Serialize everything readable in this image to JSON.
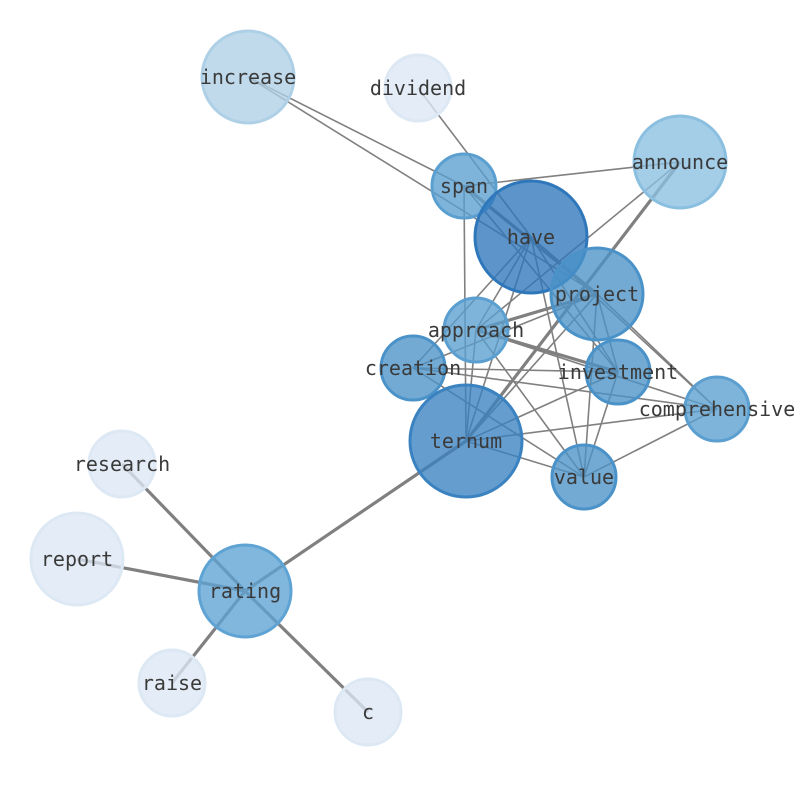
{
  "nodes": [
    {
      "id": "increase",
      "label": "increase",
      "color": "#aed0e6"
    },
    {
      "id": "dividend",
      "label": "dividend",
      "color": "#dde8f5"
    },
    {
      "id": "span",
      "label": "span",
      "color": "#5a9fd0"
    },
    {
      "id": "announce",
      "label": "announce",
      "color": "#8bbfe0"
    },
    {
      "id": "have",
      "label": "have",
      "color": "#2f77bb"
    },
    {
      "id": "project",
      "label": "project",
      "color": "#4a92c8"
    },
    {
      "id": "approach",
      "label": "approach",
      "color": "#5a9fd0"
    },
    {
      "id": "creation",
      "label": "creation",
      "color": "#4a92c8"
    },
    {
      "id": "investment",
      "label": "investment",
      "color": "#4a92c8"
    },
    {
      "id": "comprehensive",
      "label": "comprehensive",
      "color": "#5a9fd0"
    },
    {
      "id": "ternum",
      "label": "ternum",
      "color": "#3a82c0"
    },
    {
      "id": "value",
      "label": "value",
      "color": "#4a92c8"
    },
    {
      "id": "research",
      "label": "research",
      "color": "#dde8f5"
    },
    {
      "id": "report",
      "label": "report",
      "color": "#dde8f5"
    },
    {
      "id": "rating",
      "label": "rating",
      "color": "#5ea3d3"
    },
    {
      "id": "raise",
      "label": "raise",
      "color": "#dde8f5"
    },
    {
      "id": "c",
      "label": "c",
      "color": "#dde8f5"
    }
  ],
  "edges": [
    {
      "source": "increase",
      "target": "span",
      "weight": 1
    },
    {
      "source": "increase",
      "target": "project",
      "weight": 1
    },
    {
      "source": "dividend",
      "target": "have",
      "weight": 1
    },
    {
      "source": "span",
      "target": "announce",
      "weight": 1
    },
    {
      "source": "span",
      "target": "ternum",
      "weight": 1
    },
    {
      "source": "span",
      "target": "investment",
      "weight": 1
    },
    {
      "source": "span",
      "target": "project",
      "weight": 2
    },
    {
      "source": "announce",
      "target": "approach",
      "weight": 1
    },
    {
      "source": "announce",
      "target": "ternum",
      "weight": 2
    },
    {
      "source": "have",
      "target": "approach",
      "weight": 1
    },
    {
      "source": "have",
      "target": "creation",
      "weight": 1
    },
    {
      "source": "have",
      "target": "ternum",
      "weight": 1
    },
    {
      "source": "have",
      "target": "value",
      "weight": 1
    },
    {
      "source": "have",
      "target": "investment",
      "weight": 1
    },
    {
      "source": "have",
      "target": "comprehensive",
      "weight": 1
    },
    {
      "source": "have",
      "target": "project",
      "weight": 1
    },
    {
      "source": "project",
      "target": "approach",
      "weight": 2
    },
    {
      "source": "project",
      "target": "creation",
      "weight": 1
    },
    {
      "source": "project",
      "target": "ternum",
      "weight": 1
    },
    {
      "source": "project",
      "target": "value",
      "weight": 1
    },
    {
      "source": "project",
      "target": "comprehensive",
      "weight": 1
    },
    {
      "source": "project",
      "target": "investment",
      "weight": 1
    },
    {
      "source": "approach",
      "target": "ternum",
      "weight": 1
    },
    {
      "source": "approach",
      "target": "value",
      "weight": 1
    },
    {
      "source": "approach",
      "target": "investment",
      "weight": 2
    },
    {
      "source": "approach",
      "target": "comprehensive",
      "weight": 1
    },
    {
      "source": "creation",
      "target": "investment",
      "weight": 1
    },
    {
      "source": "creation",
      "target": "comprehensive",
      "weight": 1
    },
    {
      "source": "creation",
      "target": "value",
      "weight": 1
    },
    {
      "source": "ternum",
      "target": "comprehensive",
      "weight": 1
    },
    {
      "source": "ternum",
      "target": "value",
      "weight": 1
    },
    {
      "source": "ternum",
      "target": "investment",
      "weight": 1
    },
    {
      "source": "investment",
      "target": "value",
      "weight": 1
    },
    {
      "source": "value",
      "target": "comprehensive",
      "weight": 1
    },
    {
      "source": "ternum",
      "target": "rating",
      "weight": 2
    },
    {
      "source": "rating",
      "target": "research",
      "weight": 2
    },
    {
      "source": "rating",
      "target": "report",
      "weight": 2
    },
    {
      "source": "rating",
      "target": "raise",
      "weight": 2
    },
    {
      "source": "rating",
      "target": "c",
      "weight": 2
    }
  ]
}
